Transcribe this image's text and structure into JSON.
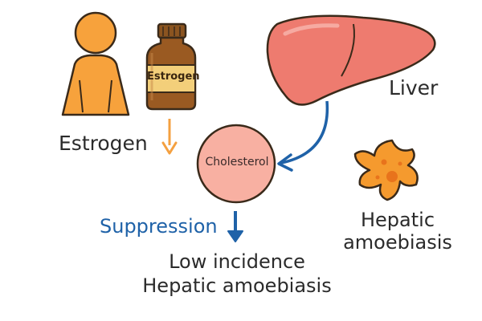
{
  "nodes": {
    "estrogen_label": "Estrogen",
    "bottle_label": "Estrogen",
    "liver_label": "Liver",
    "cholesterol_label": "Cholesterol",
    "amoebiasis_line1": "Hepatic",
    "amoebiasis_line2": "amoebiasis"
  },
  "edges": {
    "suppression_label": "Suppression"
  },
  "outcome": {
    "line1": "Low incidence",
    "line2": "Hepatic amoebiasis"
  },
  "colors": {
    "person": "#f7a23c",
    "bottle": "#9a5a22",
    "bottle_label_bg": "#f3cf7a",
    "liver": "#ee7b6f",
    "cholesterol": "#f8b0a2",
    "amoeba": "#f59a2e",
    "arrow_orange": "#f4a040",
    "arrow_blue": "#1f62a8",
    "suppression_text": "#1f62a8"
  }
}
